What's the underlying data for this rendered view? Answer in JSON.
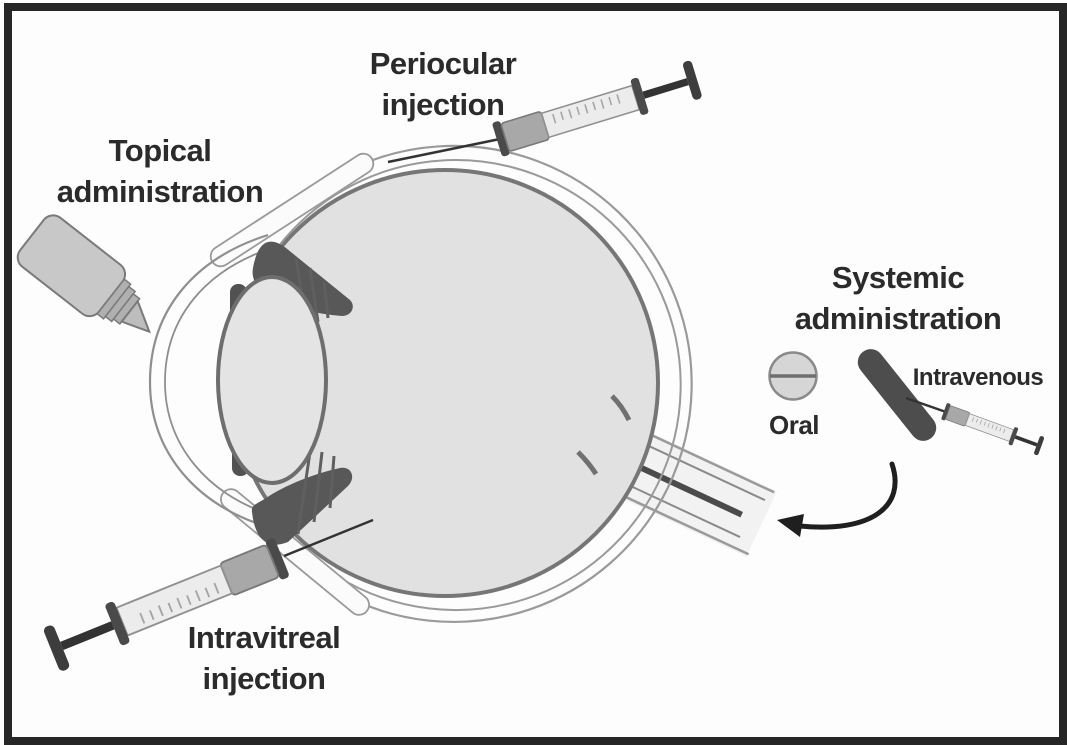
{
  "title": "Routes of ocular drug administration diagram",
  "canvas": {
    "background": "#fdfdfd",
    "border_color": "#262626"
  },
  "labels": {
    "periocular": {
      "line1": "Periocular",
      "line2": "injection"
    },
    "topical": {
      "line1": "Topical",
      "line2": "administration"
    },
    "systemic": {
      "line1": "Systemic",
      "line2": "administration"
    },
    "intravitreal": {
      "line1": "Intravitreal",
      "line2": "injection"
    },
    "oral": "Oral",
    "intravenous": "Intravenous"
  },
  "icons": [
    "eye-cross-section",
    "eye-drop-bottle-icon",
    "periocular-syringe-icon",
    "intravitreal-syringe-icon",
    "iv-syringe-icon",
    "intravenous-vessel-icon",
    "oral-pill-icon",
    "systemic-curved-arrow-icon"
  ],
  "colors": {
    "ink": "#2b2b2b",
    "eye_fill": "#e1e1e1",
    "outline_gray": "#8f8f8f",
    "dark_gray": "#4f4f4f",
    "device_gray": "#c8c8c8",
    "arrow_black": "#1f1f1f"
  }
}
